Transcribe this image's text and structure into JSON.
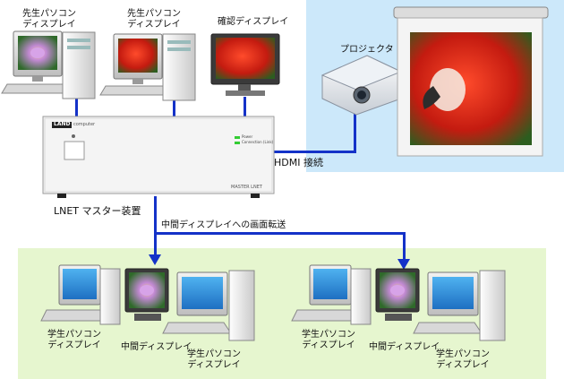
{
  "labels": {
    "teacher_pc_1": [
      "先生パソコン",
      "ディスプレイ"
    ],
    "teacher_pc_2": [
      "先生パソコン",
      "ディスプレイ"
    ],
    "confirm_display": "確認ディスプレイ",
    "projector": "プロジェクタ",
    "hdmi": "HDMI 接続",
    "master_device": "LNET マスター装置",
    "transfer": "中間ディスプレイへの画面転送",
    "student_pc_1": [
      "学生パソコン",
      "ディスプレイ"
    ],
    "middle_display_1": "中間ディスプレイ",
    "student_pc_2": [
      "学生パソコン",
      "ディスプレイ"
    ],
    "student_pc_3": [
      "学生パソコン",
      "ディスプレイ"
    ],
    "middle_display_2": "中間ディスプレイ",
    "student_pc_4": [
      "学生パソコン",
      "ディスプレイ"
    ]
  },
  "device": {
    "logo": "LAND",
    "logo_sub": "computer",
    "status_1": "Power",
    "status_2": "Connection (Link)",
    "model": "MASTER LNET"
  },
  "colors": {
    "projector_zone": "#cce8fa",
    "classroom_zone": "#e6f6cf",
    "connector": "#1432c8"
  }
}
